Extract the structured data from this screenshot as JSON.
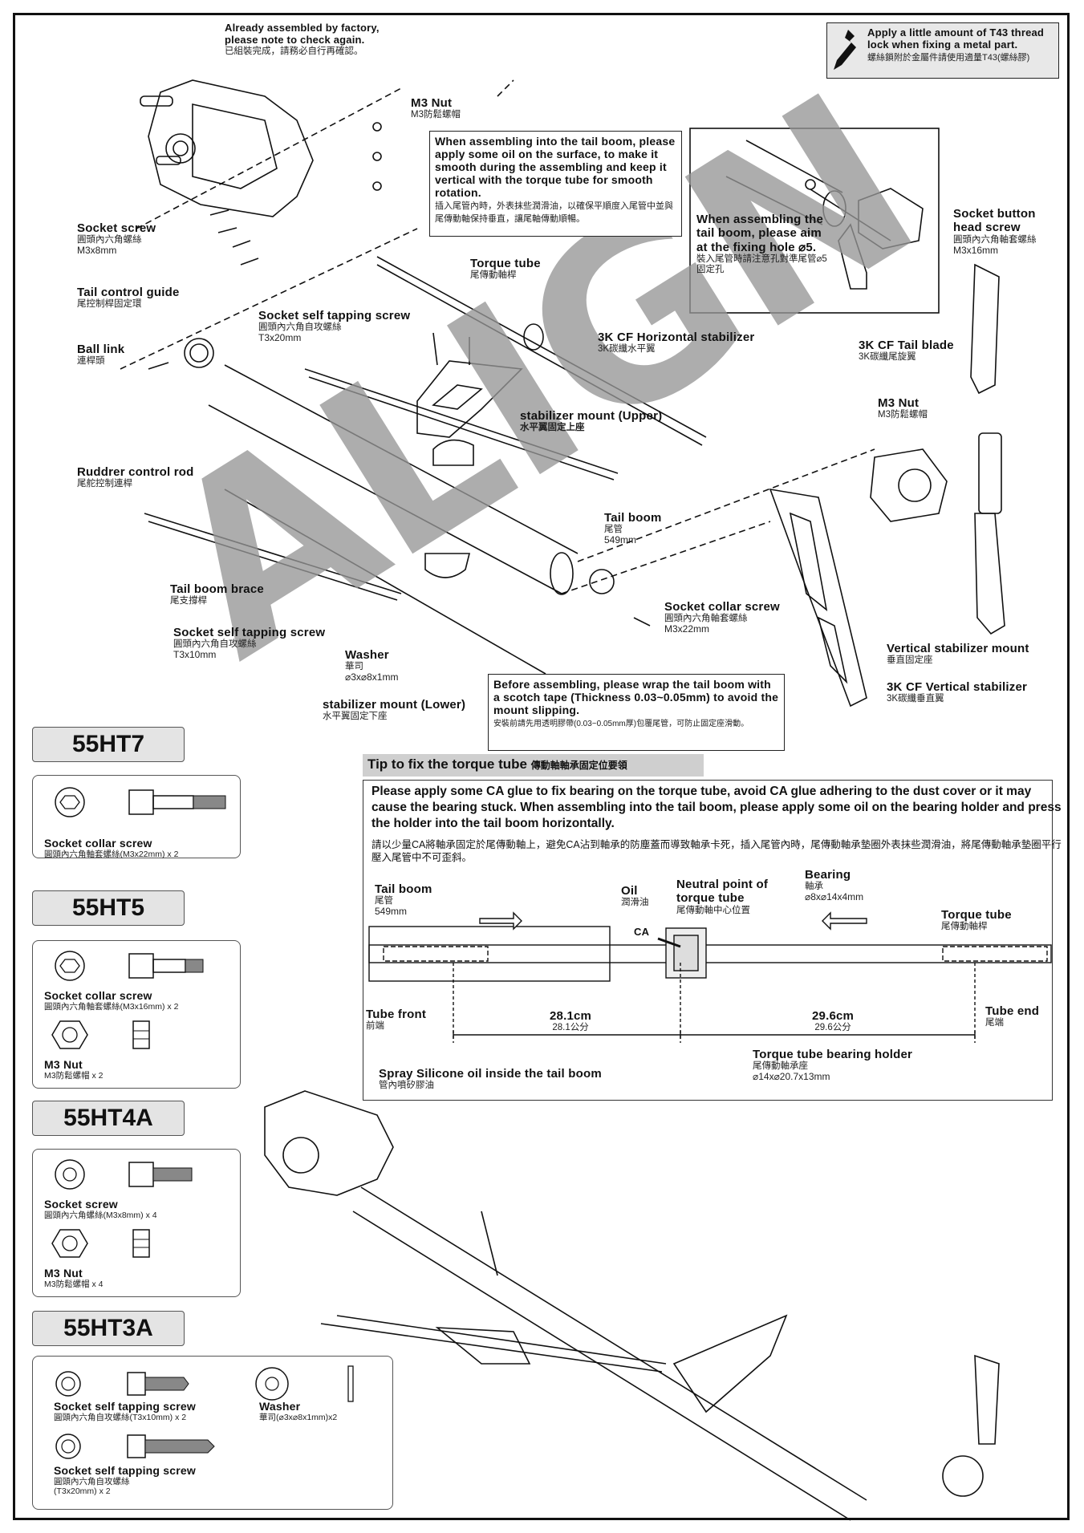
{
  "callouts": {
    "factory": {
      "en": "Already assembled by factory, please note to check again.",
      "zh": "已組裝完成，請務必自行再確認。"
    },
    "thread_lock": {
      "en": "Apply a little amount of T43 thread lock when fixing a metal part.",
      "zh": "螺絲鎖附於金屬件請使用適量T43(螺絲膠)"
    },
    "oil": {
      "en": "When assembling into the tail boom, please apply some oil on the surface, to make it smooth during the assembling and keep it vertical with the torque tube for smooth rotation.",
      "zh": "插入尾管內時，外表抹些潤滑油，以確保平順度入尾管中並與尾傳動軸保持垂直，讓尾軸傳動順暢。"
    },
    "fixing_hole": {
      "en": "When assembling the tail boom, please aim at the fixing hole ⌀5.",
      "zh": "裝入尾管時請注意孔對準尾管⌀5固定孔"
    },
    "tape": {
      "en": "Before assembling, please wrap the tail boom with a scotch tape (Thickness 0.03~0.05mm) to avoid the mount slipping.",
      "zh": "安裝前請先用透明膠帶(0.03~0.05mm厚)包覆尾管，可防止固定座滑動。"
    }
  },
  "labels": {
    "m3nut_top": {
      "en": "M3 Nut",
      "zh": "M3防鬆螺帽"
    },
    "socket_screw": {
      "en": "Socket screw",
      "zh": "圓頭內六角螺絲",
      "sub": "M3x8mm"
    },
    "torque_tube": {
      "en": "Torque tube",
      "zh": "尾傳動軸桿"
    },
    "tail_control_guide": {
      "en": "Tail control guide",
      "zh": "尾控制桿固定環"
    },
    "socket_self_tap_top": {
      "en": "Socket self tapping screw",
      "zh": "圓頭內六角自攻螺絲",
      "sub": "T3x20mm"
    },
    "ball_link": {
      "en": "Ball link",
      "zh": "連桿頭"
    },
    "h_stab": {
      "en": "3K CF Horizontal stabilizer",
      "zh": "3K碳纖水平翼"
    },
    "stab_mount_upper": {
      "en": "stabilizer mount (Upper)",
      "zh": "水平翼固定上座"
    },
    "rudder_rod": {
      "en": "Ruddrer control rod",
      "zh": "尾舵控制連桿"
    },
    "tail_boom": {
      "en": "Tail boom",
      "zh": "尾管",
      "sub": "549mm"
    },
    "socket_button_head": {
      "en": "Socket button head screw",
      "zh": "圓頭內六角軸套螺絲",
      "sub": "M3x16mm"
    },
    "tail_blade": {
      "en": "3K CF Tail blade",
      "zh": "3K碳纖尾旋翼"
    },
    "m3nut_right": {
      "en": "M3 Nut",
      "zh": "M3防鬆螺帽"
    },
    "tail_boom_brace": {
      "en": "Tail boom brace",
      "zh": "尾支撐桿"
    },
    "socket_self_tap_low": {
      "en": "Socket self tapping screw",
      "zh": "圓頭內六角自攻螺絲",
      "sub": "T3x10mm"
    },
    "washer": {
      "en": "Washer",
      "zh": "華司",
      "sub": "⌀3x⌀8x1mm"
    },
    "socket_collar": {
      "en": "Socket collar screw",
      "zh": "圓頭內六角軸套螺絲",
      "sub": "M3x22mm"
    },
    "v_stab_mount": {
      "en": "Vertical stabilizer mount",
      "zh": "垂直固定座"
    },
    "v_stab": {
      "en": "3K CF Vertical stabilizer",
      "zh": "3K碳纖垂直翼"
    },
    "stab_mount_lower": {
      "en": "stabilizer mount (Lower)",
      "zh": "水平翼固定下座"
    }
  },
  "parts": {
    "ht7": {
      "code": "55HT7",
      "items": [
        {
          "en": "Socket collar screw",
          "zh": "圓頭內六角軸套螺絲(M3x22mm) x 2"
        }
      ]
    },
    "ht5": {
      "code": "55HT5",
      "items": [
        {
          "en": "Socket collar screw",
          "zh": "圓頭內六角軸套螺絲(M3x16mm) x 2"
        },
        {
          "en": "M3 Nut",
          "zh": "M3防鬆螺帽  x 2"
        }
      ]
    },
    "ht4a": {
      "code": "55HT4A",
      "items": [
        {
          "en": "Socket screw",
          "zh": "圓頭內六角螺絲(M3x8mm) x 4"
        },
        {
          "en": "M3 Nut",
          "zh": "M3防鬆螺帽  x 4"
        }
      ]
    },
    "ht3a": {
      "code": "55HT3A",
      "items": [
        {
          "en": "Socket self tapping screw",
          "zh": "圓頭內六角自攻螺絲(T3x10mm) x 2"
        },
        {
          "en": "Washer",
          "zh": "華司(⌀3x⌀8x1mm)x2"
        },
        {
          "en": "Socket self tapping screw",
          "zh": "圓頭內六角自攻螺絲",
          "sub": "(T3x20mm) x 2"
        }
      ]
    }
  },
  "tip": {
    "title": "Tip to fix the torque tube",
    "title_zh": "傳動軸軸承固定位要領",
    "para_en": "Please apply some CA glue to fix bearing on the torque tube, avoid CA glue adhering to the dust cover or it may cause the bearing stuck. When assembling into the tail boom, please apply some oil on the bearing holder and press the holder into the tail boom horizontally.",
    "para_zh": "請以少量CA將軸承固定於尾傳動軸上，避免CA沾到軸承的防塵蓋而導致軸承卡死，插入尾管內時，尾傳動軸承墊圈外表抹些潤滑油，將尾傳動軸承墊圈平行壓入尾管中不可歪斜。",
    "diagram": {
      "tail_boom": {
        "en": "Tail boom",
        "zh": "尾管",
        "sub": "549mm"
      },
      "oil": {
        "en": "Oil",
        "zh": "潤滑油"
      },
      "neutral": {
        "en": "Neutral point of torque tube",
        "zh": "尾傳動軸中心位置"
      },
      "bearing": {
        "en": "Bearing",
        "zh": "軸承",
        "sub": "⌀8x⌀14x4mm"
      },
      "torque_tube": {
        "en": "Torque tube",
        "zh": "尾傳動軸桿"
      },
      "ca": "CA",
      "tube_front": {
        "en": "Tube front",
        "zh": "前端"
      },
      "tube_end": {
        "en": "Tube end",
        "zh": "尾端"
      },
      "dim_left": {
        "en": "28.1cm",
        "zh": "28.1公分"
      },
      "dim_right": {
        "en": "29.6cm",
        "zh": "29.6公分"
      },
      "holder": {
        "en": "Torque tube bearing holder",
        "zh": "尾傳動軸承座",
        "sub": "⌀14x⌀20.7x13mm"
      },
      "spray": {
        "en": "Spray Silicone oil inside the tail boom",
        "zh": "管內噴矽膠油"
      }
    }
  },
  "watermark": "ALIGN",
  "colors": {
    "ink": "#111111",
    "watermark": "#969696",
    "model_box": "#e4e4e4",
    "tip_bar": "#cfcfcf"
  }
}
